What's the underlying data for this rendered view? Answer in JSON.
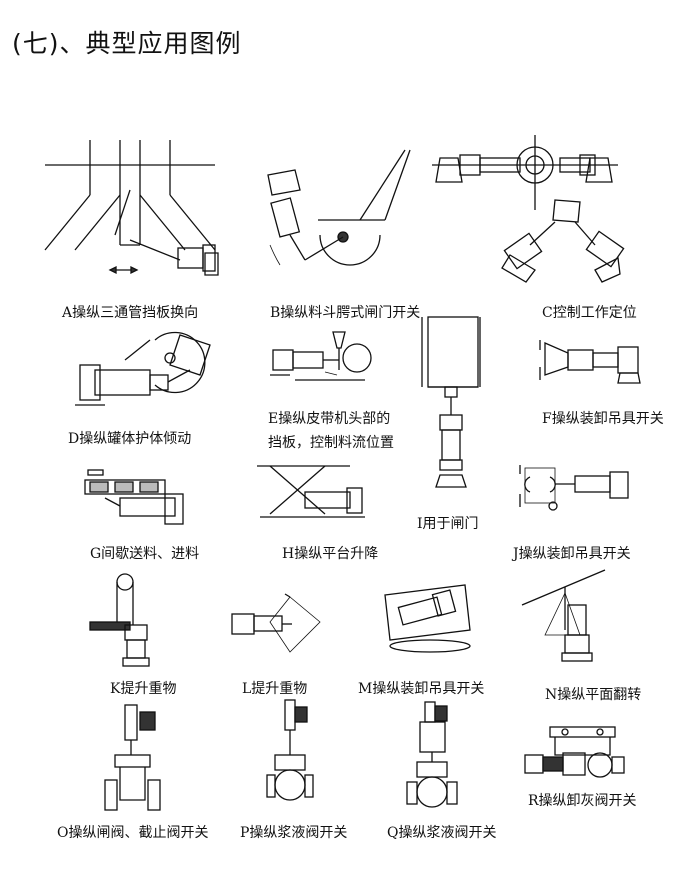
{
  "title": "(七)、典型应用图例",
  "captions": {
    "a": "A操纵三通管挡板换向",
    "b": "B操纵料斗腭式闸门开关",
    "c": "C控制工作定位",
    "d": "D操纵罐体护体倾动",
    "e1": "E操纵皮带机头部的",
    "e2": "挡板，控制料流位置",
    "f": "F操纵装卸吊具开关",
    "i": "I用于闸门",
    "g": "G间歇送料、进料",
    "h": "H操纵平台升降",
    "j": "J操纵装卸吊具开关",
    "k": "K提升重物",
    "l": "L提升重物",
    "m": "M操纵装卸吊具开关",
    "n": "N操纵平面翻转",
    "o": "O操纵闸阀、截止阀开关",
    "p": "P操纵浆液阀开关",
    "q": "Q操纵浆液阀开关",
    "r": "R操纵卸灰阀开关"
  }
}
